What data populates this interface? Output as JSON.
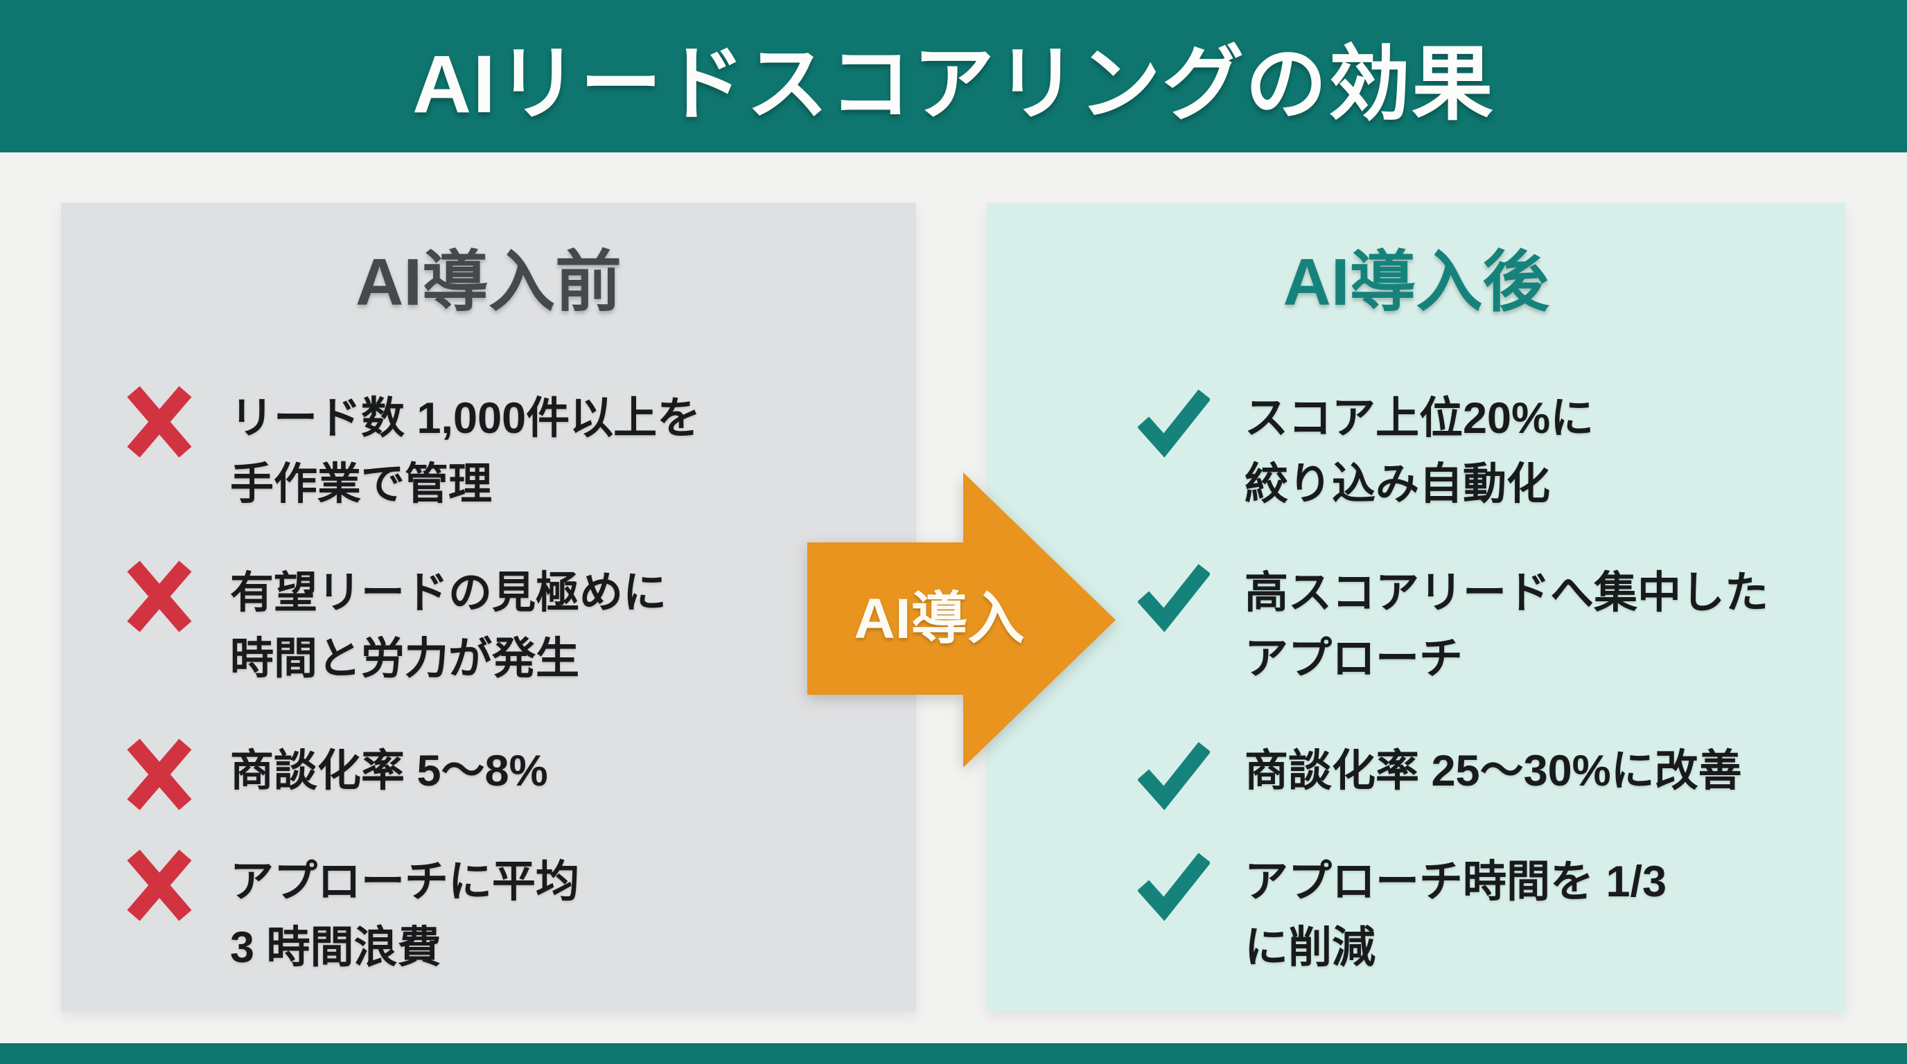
{
  "header": {
    "title": "AIリードスコアリングの効果"
  },
  "colors": {
    "header_bg": "#0e766f",
    "page_bg": "#f2f2f0",
    "before_panel_bg": "#dfe0e1",
    "after_panel_bg": "#d8efe9",
    "before_heading": "#45494d",
    "after_heading": "#15837b",
    "body_text": "#191a1c",
    "cross_red": "#d23340",
    "check_teal": "#15837b",
    "arrow_orange": "#e8941f",
    "footer_bg": "#0e766f"
  },
  "arrow": {
    "label": "AI導入"
  },
  "before_panel": {
    "heading": "AI導入前",
    "items": [
      {
        "lines": [
          "リード数 1,000件以上を",
          "手作業で管理"
        ]
      },
      {
        "lines": [
          "有望リードの見極めに",
          "時間と労力が発生"
        ]
      },
      {
        "lines": [
          "商談化率 5〜8%",
          ""
        ]
      },
      {
        "lines": [
          "アプローチに平均",
          "3 時間浪費"
        ]
      }
    ]
  },
  "after_panel": {
    "heading": "AI導入後",
    "items": [
      {
        "lines": [
          "スコア上位20%に",
          "絞り込み自動化"
        ]
      },
      {
        "lines": [
          "高スコアリードへ集中した",
          "アプローチ"
        ]
      },
      {
        "lines": [
          "商談化率 25〜30%に改善",
          ""
        ]
      },
      {
        "lines": [
          "アプローチ時間を 1/3",
          "に削減"
        ]
      }
    ]
  }
}
